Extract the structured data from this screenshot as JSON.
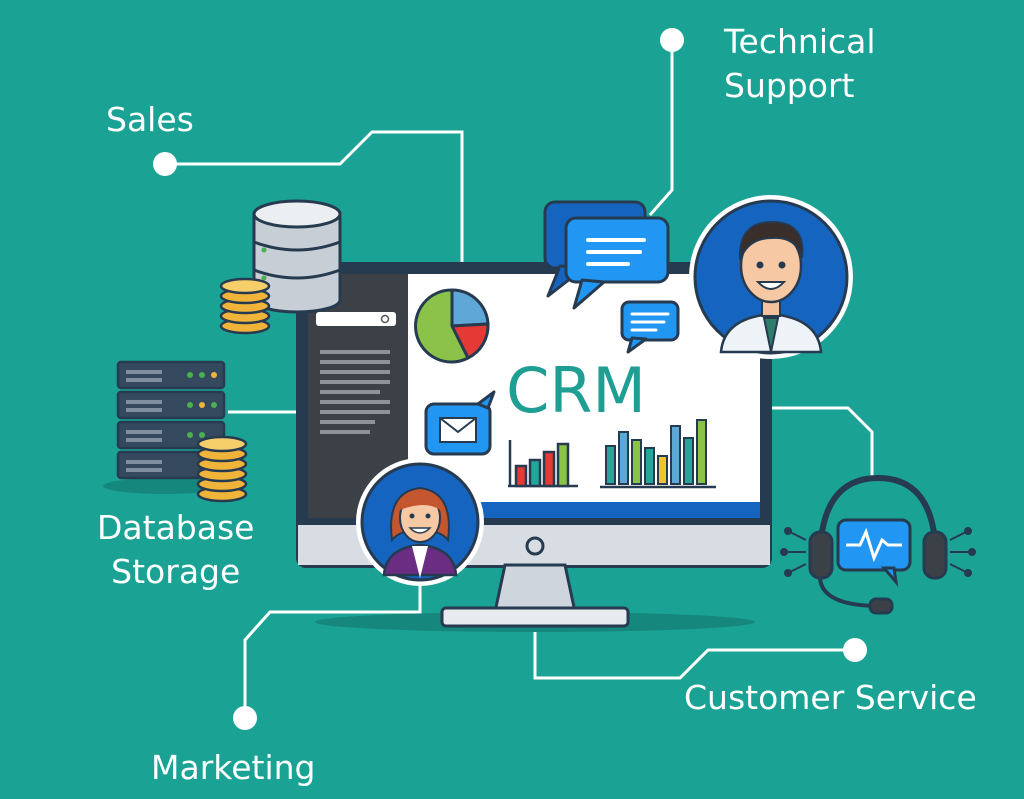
{
  "labels": {
    "sales": "Sales",
    "technical_support": [
      "Technical",
      "Support"
    ],
    "database_storage": [
      "Database",
      "Storage"
    ],
    "marketing": "Marketing",
    "customer_service": "Customer Service"
  },
  "monitor": {
    "title": "CRM"
  },
  "colors": {
    "background": "#1aa294",
    "accent_blue": "#1565c0",
    "crm_text": "#1f9e93",
    "bar_green": "#8bc34a",
    "bar_teal": "#26a69a",
    "pie_red": "#e53935",
    "coin_gold": "#f0b43a"
  },
  "icons": [
    "database-icon",
    "server-rack-icon",
    "coin-stack-icon",
    "pie-chart-icon",
    "bar-chart-icon",
    "chat-bubble-icon",
    "email-icon",
    "headset-icon",
    "agent-avatar-icon",
    "search-icon"
  ]
}
